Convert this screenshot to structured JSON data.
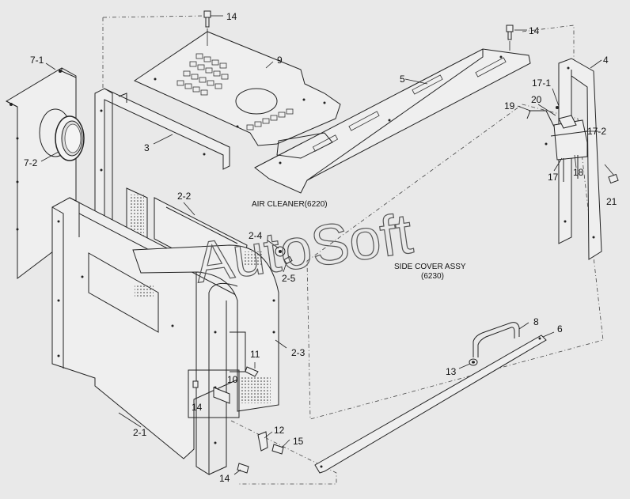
{
  "diagram": {
    "watermark": "AutoSoft",
    "notes": {
      "air_cleaner": "AIR CLEANER(6220)",
      "side_cover_line1": "SIDE COVER ASSY",
      "side_cover_line2": "(6230)"
    },
    "labels": {
      "p14_top": "14",
      "p9": "9",
      "p14_right": "14",
      "p4": "4",
      "p5": "5",
      "p7_1": "7-1",
      "p7_2": "7-2",
      "p3": "3",
      "p17_1": "17-1",
      "p20": "20",
      "p19": "19",
      "p17_2": "17-2",
      "p17": "17",
      "p18": "18",
      "p21": "21",
      "p2_2": "2-2",
      "p2_4": "2-4",
      "p2_5": "2-5",
      "p2_3": "2-3",
      "p11": "11",
      "p10": "10",
      "p14_left": "14",
      "p2_1": "2-1",
      "p12": "12",
      "p15": "15",
      "p14_bottom": "14",
      "p8": "8",
      "p6": "6",
      "p13": "13"
    },
    "colors": {
      "background": "#e9e9e9",
      "line": "#222222"
    }
  }
}
